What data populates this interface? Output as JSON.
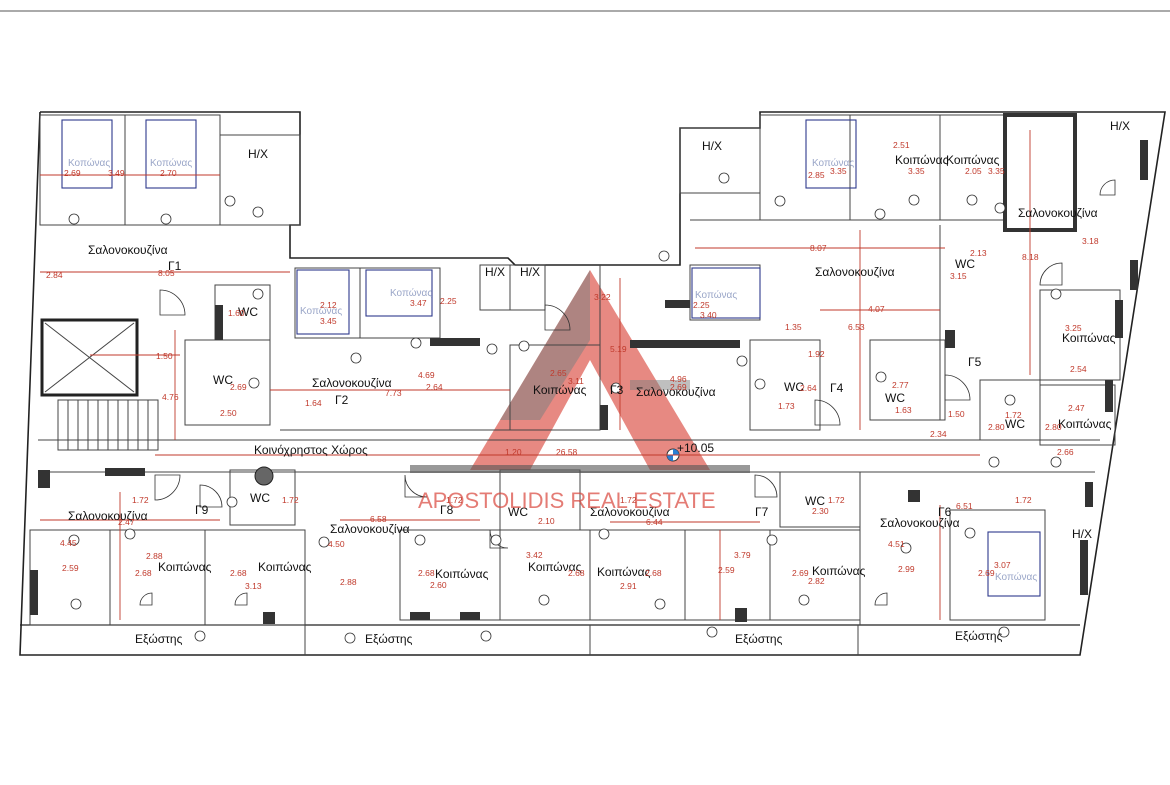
{
  "plan": {
    "level": "+10.05",
    "watermark": "APOSTOLIDIS REAL ESTATE",
    "units": [
      "Γ1",
      "Γ2",
      "Γ3",
      "Γ4",
      "Γ5",
      "Γ6",
      "Γ7",
      "Γ8",
      "Γ9"
    ],
    "rooms": {
      "living_kitchen": "Σαλονοκουζίνα",
      "bedroom": "Κοιπώνας",
      "bedroom_faint": "Κοπώνας",
      "wc": "WC",
      "hx": "Η/Χ",
      "common_area": "Κοινόχρηστος Χώρος",
      "balcony": "Εξώστης"
    },
    "dimensions": [
      "2.69",
      "3.49",
      "2.70",
      "8.05",
      "2.84",
      "1.60",
      "1.50",
      "4.76",
      "2.69",
      "2.50",
      "2.12",
      "3.45",
      "3.47",
      "2.25",
      "4.69",
      "7.73",
      "2.64",
      "1.64",
      "3.22",
      "5.19",
      "2.65",
      "3.11",
      "4.96",
      "2.69",
      "2.25",
      "3.40",
      "8.07",
      "4.07",
      "6.53",
      "1.35",
      "1.92",
      "1.73",
      "2.64",
      "2.85",
      "3.35",
      "2.51",
      "3.35",
      "2.05",
      "3.35",
      "2.13",
      "3.15",
      "3.18",
      "8.18",
      "3.25",
      "2.54",
      "2.77",
      "1.63",
      "1.50",
      "2.34",
      "1.72",
      "2.80",
      "2.47",
      "2.80",
      "2.66",
      "1.20",
      "26.58",
      "1.72",
      "2.47",
      "4.45",
      "2.88",
      "2.59",
      "2.68",
      "1.72",
      "2.68",
      "3.13",
      "6.58",
      "4.50",
      "1.72",
      "2.88",
      "2.68",
      "2.60",
      "2.10",
      "3.42",
      "2.68",
      "6.44",
      "1.72",
      "2.68",
      "2.91",
      "3.79",
      "2.59",
      "2.30",
      "1.72",
      "2.69",
      "2.82",
      "6.51",
      "4.51",
      "2.99",
      "1.72",
      "3.07",
      "2.69"
    ]
  }
}
